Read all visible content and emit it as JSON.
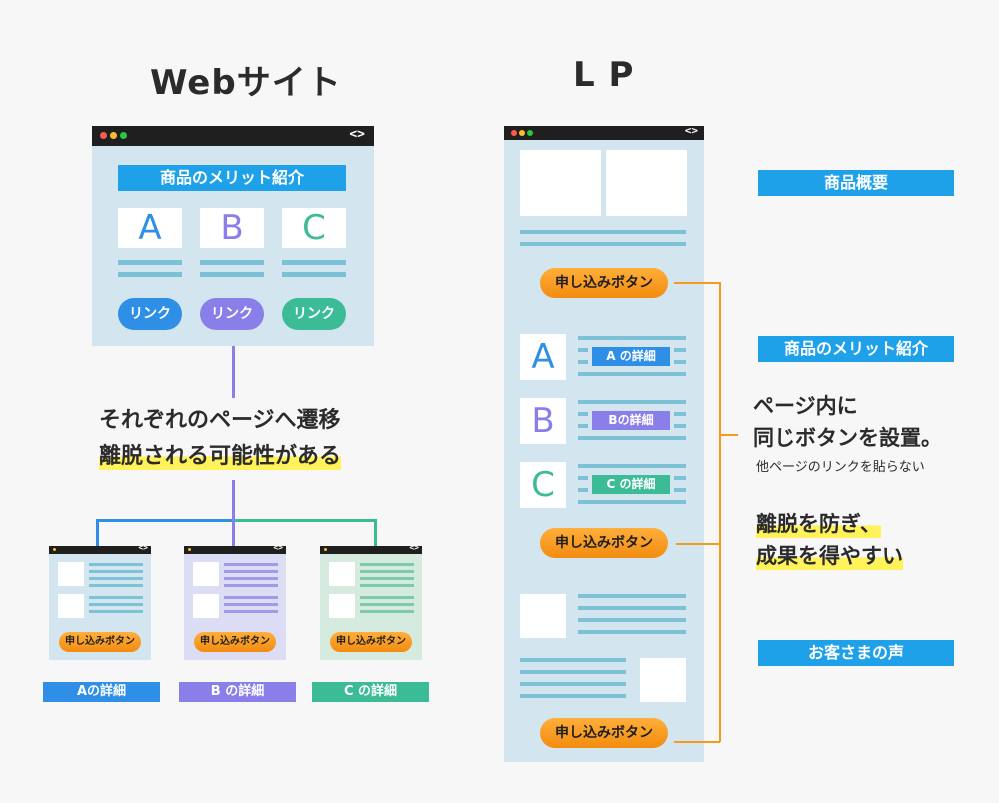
{
  "web": {
    "title": "Webサイト",
    "benefit_heading": "商品のメリット紹介",
    "letters": [
      "A",
      "B",
      "C"
    ],
    "link_label": "リンク",
    "transition_text": "それぞれのページへ遷移",
    "risk_text": "離脱される可能性がある",
    "subpages": [
      {
        "button": "申し込みボタン",
        "label": "Aの詳細"
      },
      {
        "button": "申し込みボタン",
        "label": "B の詳細"
      },
      {
        "button": "申し込みボタン",
        "label": "C の詳細"
      }
    ]
  },
  "lp": {
    "title": "L P",
    "apply_button": "申し込みボタン",
    "letters": [
      "A",
      "B",
      "C"
    ],
    "detail_labels": [
      "A の詳細",
      "Bの詳細",
      "C の詳細"
    ],
    "section_labels": {
      "overview": "商品概要",
      "benefits": "商品のメリット紹介",
      "voice": "お客さまの声"
    },
    "note_line1": "ページ内に",
    "note_line2": "同じボタンを設置。",
    "note_small": "他ページのリンクを貼らない",
    "result_line1": "離脱を防ぎ、",
    "result_line2": "成果を得やすい"
  },
  "colors": {
    "blue": "#1fa1ea",
    "a": "#2f8fe6",
    "b": "#8a7fe8",
    "c": "#3cbc96",
    "orange": "#f59a1c",
    "highlight": "#fff25a"
  }
}
